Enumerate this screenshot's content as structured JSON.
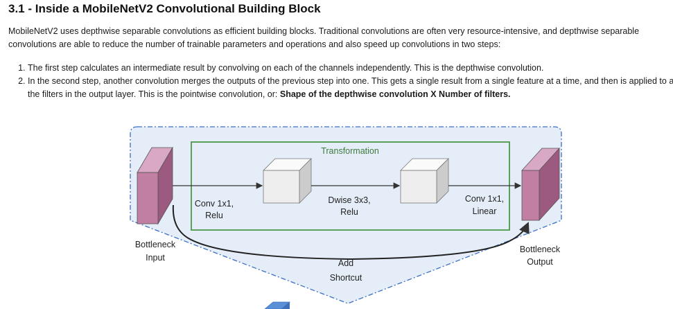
{
  "section": {
    "title": "3.1 - Inside a MobileNetV2 Convolutional Building Block",
    "intro": "MobileNetV2 uses depthwise separable convolutions as efficient building blocks. Traditional convolutions are often very resource-intensive, and depthwise separable convolutions are able to reduce the number of trainable parameters and operations and also speed up convolutions in two steps:",
    "steps": [
      {
        "text": "The first step calculates an intermediate result by convolving on each of the channels independently. This is the depthwise convolution."
      },
      {
        "text": "In the second step, another convolution merges the outputs of the previous step into one. This gets a single result from a single feature at a time, and then is applied to all the filters in the output layer. This is the pointwise convolution, or: ",
        "bold": "Shape of the depthwise convolution X Number of filters."
      }
    ]
  },
  "diagram": {
    "transformation_label": "Transformation",
    "conv1_line1": "Conv 1x1,",
    "conv1_line2": "Relu",
    "dwise_line1": "Dwise 3x3,",
    "dwise_line2": "Relu",
    "conv2_line1": "Conv 1x1,",
    "conv2_line2": "Linear",
    "input_line1": "Bottleneck",
    "input_line2": "Input",
    "output_line1": "Bottleneck",
    "output_line2": "Output",
    "shortcut_line1": "Add",
    "shortcut_line2": "Shortcut",
    "colors": {
      "background": "#e5edf8",
      "transformation_border": "#5aa05a",
      "tensor_front": "#c27fa4",
      "tensor_side": "#9c5a80",
      "cube_face": "#eeeeee"
    }
  }
}
